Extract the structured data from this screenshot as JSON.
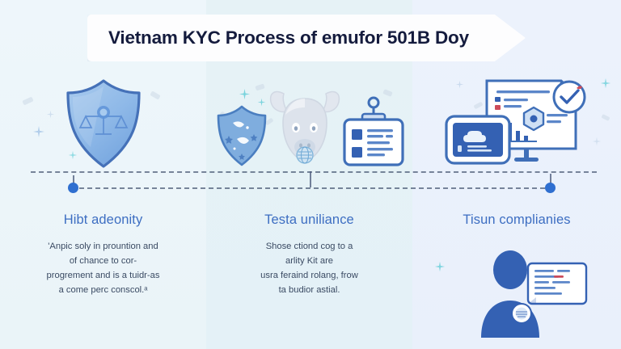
{
  "banner": {
    "title": "Vietnam KYC Process of emufor 501B Doy"
  },
  "colors": {
    "accent_blue": "#2f6fd0",
    "heading_blue": "#3d6ec2",
    "title_navy": "#141b3d",
    "body_text": "#3a4a63",
    "timeline_dash": "#4a5a75",
    "band_left_bg": "#eef6fb",
    "band_middle_bg": "#e6f2f6",
    "band_right_bg": "#ecf2fc",
    "shield_fill": "#8ab4e8",
    "shield_stroke": "#3f6cb5",
    "ox_grey": "#d6dce6"
  },
  "columns": [
    {
      "heading": "Hibt adeonity",
      "body_lines": [
        "'Anpic soly in prountion and",
        "of chance to cor-",
        "progrement and is a tuidr-as",
        "a come perc conscol.ᵃ"
      ],
      "icons": [
        "shield-scales-icon"
      ]
    },
    {
      "heading": "Testa uniliance",
      "body_lines": [
        "Shose ctiond cog to a",
        "arlity Kit are",
        "usra feraind rolang, frow",
        "ta budior astial."
      ],
      "icons": [
        "shield-stars-icon",
        "ox-head-icon",
        "id-badge-icon"
      ]
    },
    {
      "heading": "Tisun complianies",
      "body_lines": [],
      "icons": [
        "monitor-report-icon",
        "check-badge-icon",
        "tablet-card-icon",
        "person-document-illustration"
      ]
    }
  ],
  "timeline": {
    "dot_count": 2,
    "tick_count": 3,
    "style": "dashed"
  }
}
